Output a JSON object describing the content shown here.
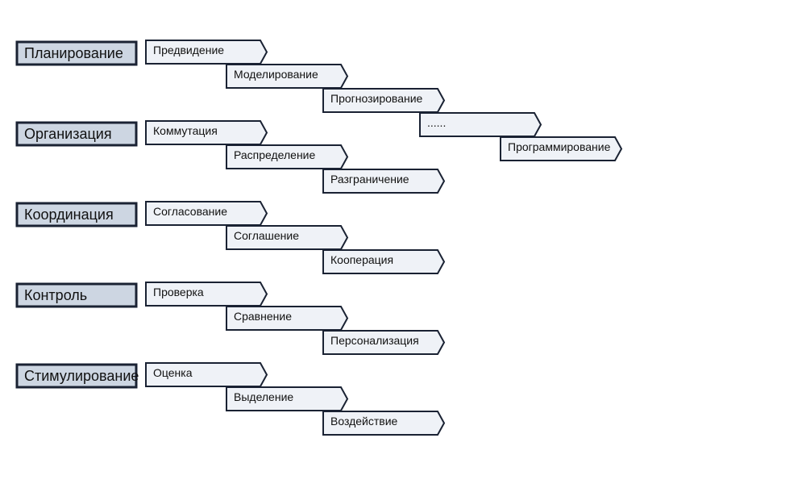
{
  "colors": {
    "category_fill": "#cdd6e2",
    "step_fill": "#eff2f7",
    "outline": "#1a2233",
    "text": "#111111"
  },
  "groups": [
    {
      "category": "Планирование",
      "steps": [
        "Предвидение",
        "Моделирование",
        "Прогнозирование",
        "......",
        "Программирование"
      ]
    },
    {
      "category": "Организация",
      "steps": [
        "Коммутация",
        "Распределение",
        "Разграничение"
      ]
    },
    {
      "category": "Координация",
      "steps": [
        "Согласование",
        "Соглашение",
        "Кооперация"
      ]
    },
    {
      "category": "Контроль",
      "steps": [
        "Проверка",
        "Сравнение",
        "Персонализация"
      ]
    },
    {
      "category": "Стимулирование",
      "steps": [
        "Оценка",
        "Выделение",
        "Воздействие"
      ]
    }
  ]
}
